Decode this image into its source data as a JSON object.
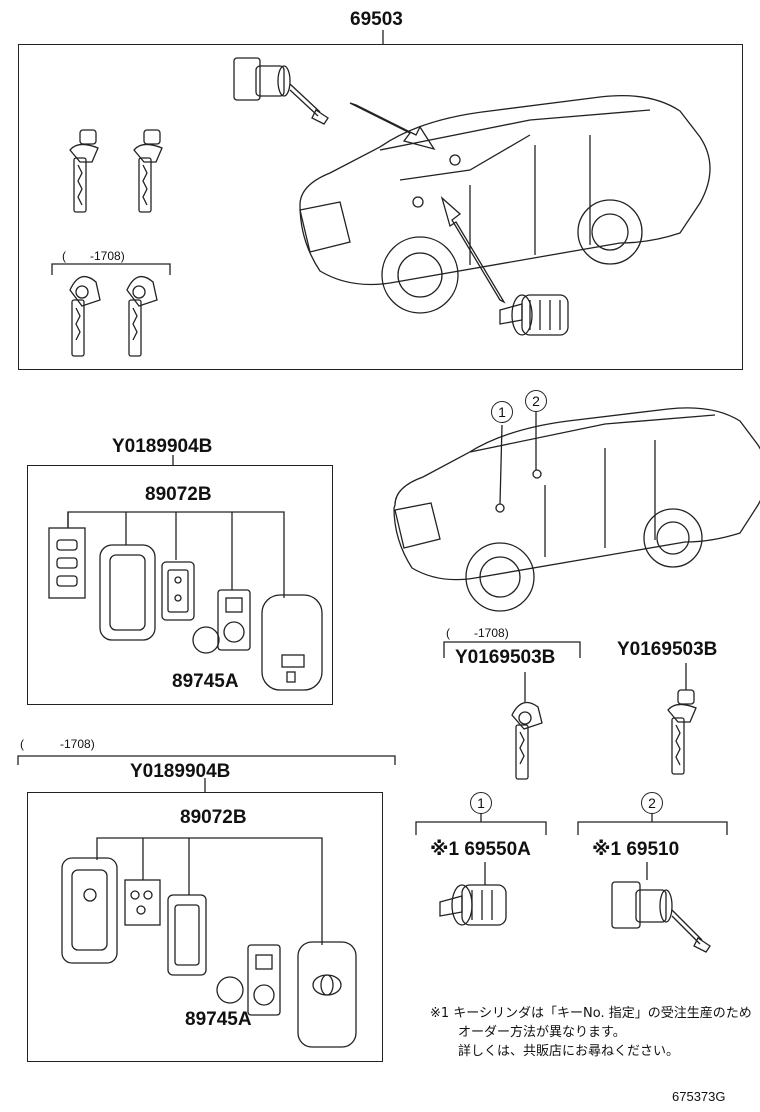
{
  "top_section": {
    "part_number": "69503",
    "date_range_label": "(　　-1708)"
  },
  "smart_key_section_1": {
    "assembly_number": "Y0189904B",
    "subassembly_number": "89072B",
    "battery_number": "89745A"
  },
  "smart_key_section_2": {
    "date_range_label": "(　　　-1708)",
    "assembly_number": "Y0189904B",
    "subassembly_number": "89072B",
    "battery_number": "89745A"
  },
  "vehicle_callouts": {
    "marker_1": "1",
    "marker_2": "2"
  },
  "key_blanks": {
    "date_range_label": "(　　-1708)",
    "left_part_number": "Y0169503B",
    "right_part_number": "Y0169503B"
  },
  "cylinders": {
    "marker_1": "1",
    "marker_2": "2",
    "left_part_number": "※1 69550A",
    "right_part_number": "※1 69510"
  },
  "footnote": {
    "line1": "※1  キーシリンダは「キーNo. 指定」の受注生産のため",
    "line2": "オーダー方法が異なります。",
    "line3": "詳しくは、共販店にお尋ねください。"
  },
  "illustration_id": "675373G"
}
